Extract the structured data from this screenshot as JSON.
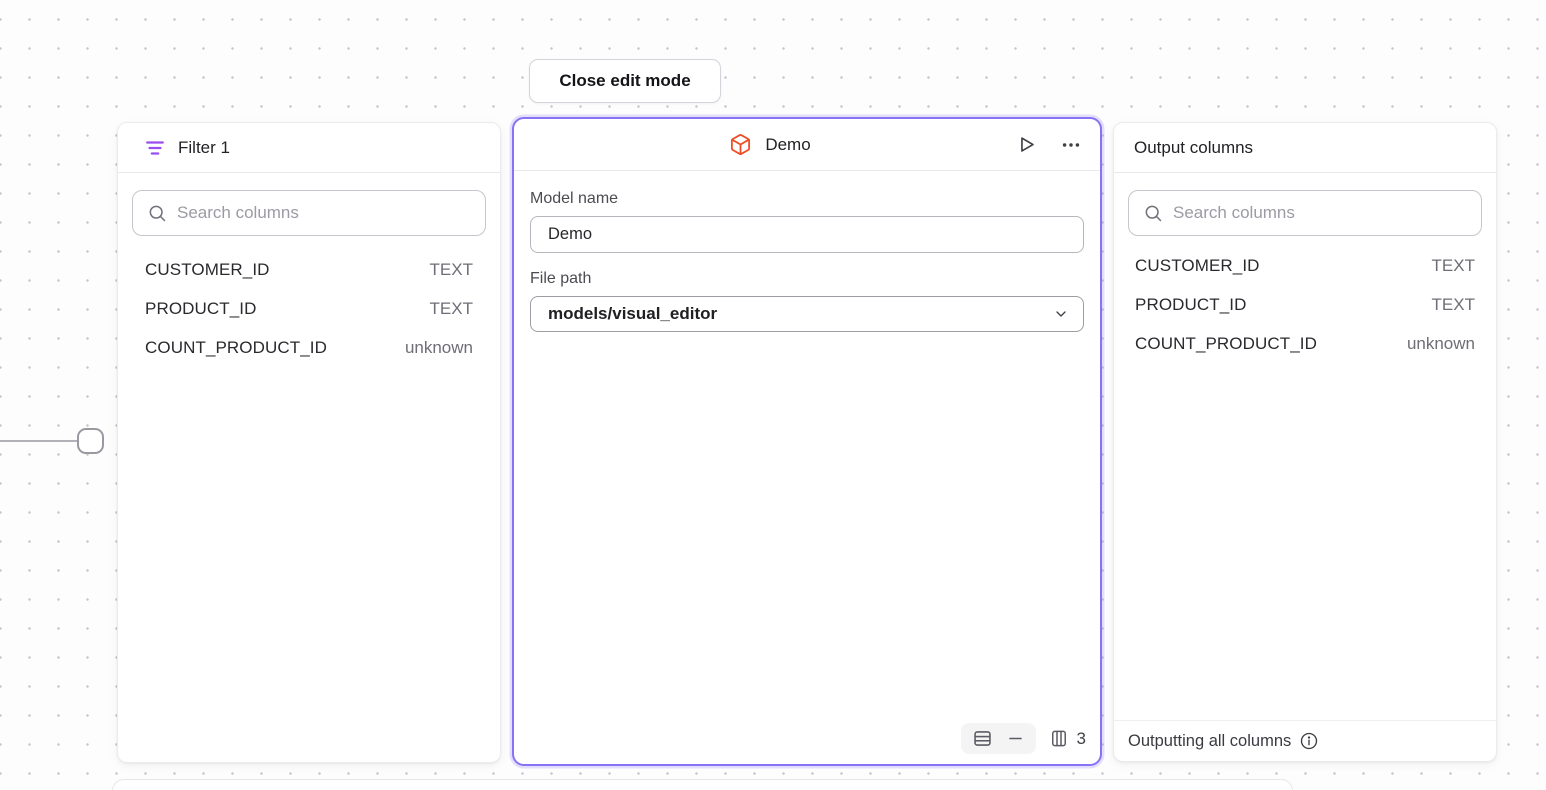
{
  "canvas": {
    "close_edit_mode_label": "Close edit mode"
  },
  "filter_panel": {
    "title": "Filter 1",
    "search_placeholder": "Search columns",
    "columns": [
      {
        "name": "CUSTOMER_ID",
        "type": "TEXT"
      },
      {
        "name": "PRODUCT_ID",
        "type": "TEXT"
      },
      {
        "name": "COUNT_PRODUCT_ID",
        "type": "unknown"
      }
    ]
  },
  "model_panel": {
    "title": "Demo",
    "model_name_label": "Model name",
    "model_name_value": "Demo",
    "file_path_label": "File path",
    "file_path_value": "models/visual_editor",
    "row_count": "—",
    "columns_count": "3"
  },
  "output_panel": {
    "title": "Output columns",
    "search_placeholder": "Search columns",
    "columns": [
      {
        "name": "CUSTOMER_ID",
        "type": "TEXT"
      },
      {
        "name": "PRODUCT_ID",
        "type": "TEXT"
      },
      {
        "name": "COUNT_PRODUCT_ID",
        "type": "unknown"
      }
    ],
    "footer_text": "Outputting all columns"
  },
  "icons": {
    "filter": "filter-lines",
    "model": "cube",
    "search": "magnifier",
    "run": "play-triangle",
    "menu": "ellipsis",
    "file_path": "chevron-down",
    "rows": "table-rows",
    "columns": "table-columns",
    "info": "circled-i"
  },
  "colors": {
    "selected_border_purple": "#8674f4",
    "filter_icon_purple": "#9a4df0",
    "model_icon_orange": "#ec4f27",
    "canvas_dot": "#c9c9ce",
    "panel_background": "#ffffff"
  }
}
